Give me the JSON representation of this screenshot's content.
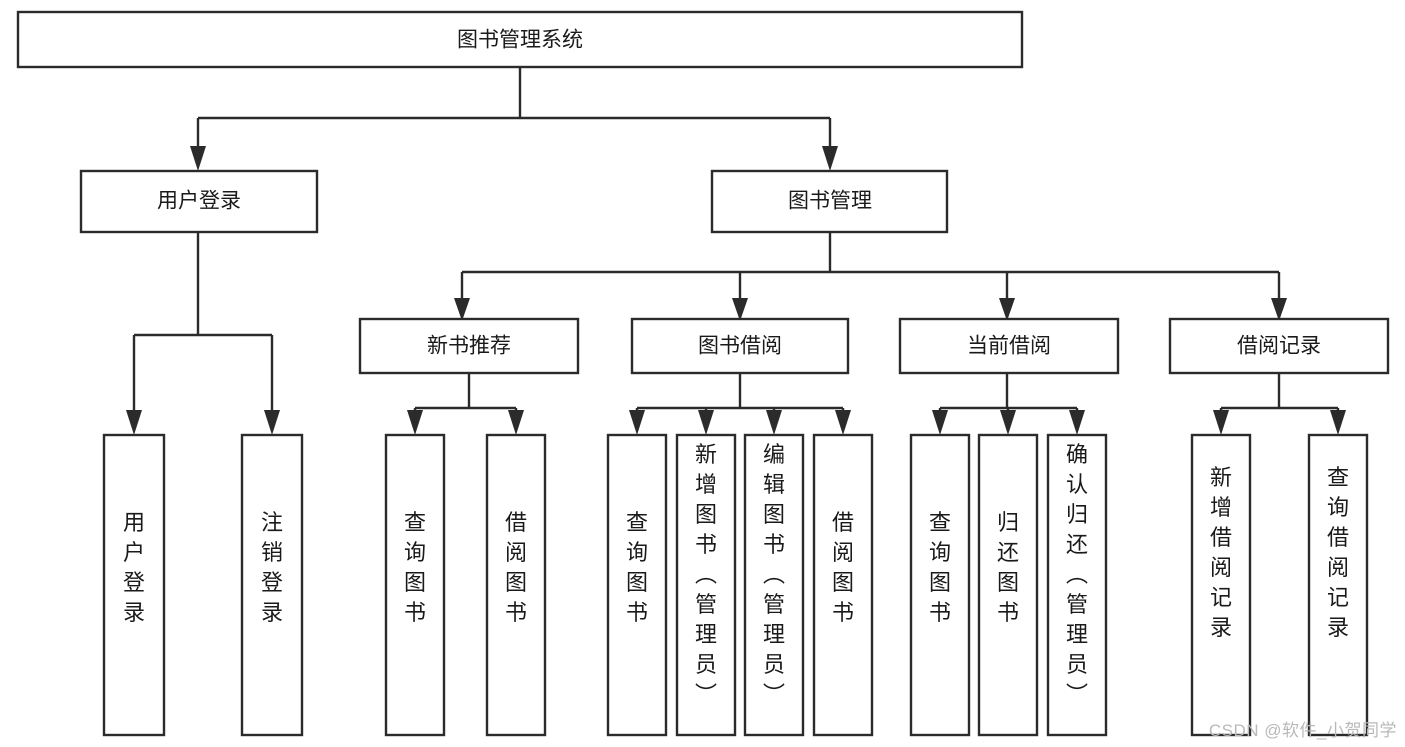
{
  "diagram": {
    "type": "tree",
    "title": "图书管理系统",
    "watermark": "CSDN @软件_小贺同学",
    "colors": {
      "stroke": "#2b2b2b",
      "fill": "#ffffff",
      "text": "#1a1a1a",
      "watermark": "#b9b9b9"
    },
    "root": {
      "label": "图书管理系统",
      "orientation": "horizontal"
    },
    "level2": [
      {
        "label": "用户登录",
        "orientation": "horizontal"
      },
      {
        "label": "图书管理",
        "orientation": "horizontal"
      }
    ],
    "level3": [
      {
        "label": "新书推荐",
        "orientation": "horizontal",
        "parent": "图书管理"
      },
      {
        "label": "图书借阅",
        "orientation": "horizontal",
        "parent": "图书管理"
      },
      {
        "label": "当前借阅",
        "orientation": "horizontal",
        "parent": "图书管理"
      },
      {
        "label": "借阅记录",
        "orientation": "horizontal",
        "parent": "图书管理"
      }
    ],
    "leaves": {
      "用户登录": [
        {
          "label": "用户登录",
          "orientation": "vertical"
        },
        {
          "label": "注销登录",
          "orientation": "vertical"
        }
      ],
      "新书推荐": [
        {
          "label": "查询图书",
          "orientation": "vertical"
        },
        {
          "label": "借阅图书",
          "orientation": "vertical"
        }
      ],
      "图书借阅": [
        {
          "label": "查询图书",
          "orientation": "vertical"
        },
        {
          "label": "新增图书（管理员）",
          "orientation": "vertical"
        },
        {
          "label": "编辑图书（管理员）",
          "orientation": "vertical"
        },
        {
          "label": "借阅图书",
          "orientation": "vertical"
        }
      ],
      "当前借阅": [
        {
          "label": "查询图书",
          "orientation": "vertical"
        },
        {
          "label": "归还图书",
          "orientation": "vertical"
        },
        {
          "label": "确认归还（管理员）",
          "orientation": "vertical"
        }
      ],
      "借阅记录": [
        {
          "label": "新增借阅记录",
          "orientation": "vertical"
        },
        {
          "label": "查询借阅记录",
          "orientation": "vertical"
        }
      ]
    }
  }
}
